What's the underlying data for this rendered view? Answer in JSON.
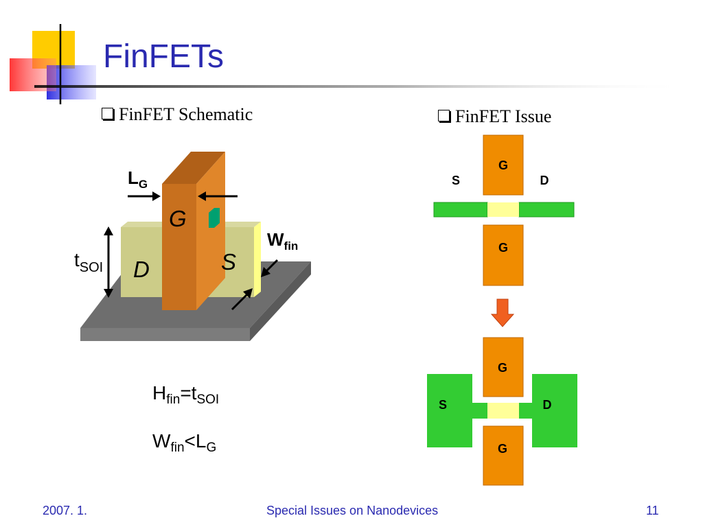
{
  "slide": {
    "title": "FinFETs",
    "left_heading": "FinFET Schematic",
    "right_heading": "FinFET Issue"
  },
  "schematic": {
    "gate_label": "G",
    "drain_label": "D",
    "source_label": "S",
    "lg_main": "L",
    "lg_sub": "G",
    "wfin_main": "W",
    "wfin_sub": "fin",
    "tsoi_main": "t",
    "tsoi_sub": "SOI"
  },
  "equations": {
    "eq1": {
      "a": "H",
      "a_sub": "fin",
      "op": "=t",
      "b_sub": "SOI"
    },
    "eq2": {
      "a": "W",
      "a_sub": "fin",
      "op": "<L",
      "b_sub": "G"
    }
  },
  "issue_top": {
    "gate_top": "G",
    "gate_bottom": "G",
    "source": "S",
    "drain": "D"
  },
  "issue_bottom": {
    "gate_top": "G",
    "gate_bottom": "G",
    "source": "S",
    "drain": "D"
  },
  "footer": {
    "date": "2007. 1.",
    "course": "Special Issues on Nanodevices",
    "page": "11"
  },
  "colors": {
    "title": "#2a2ab0",
    "gate": "#f08c00",
    "fin_green": "#33cc33",
    "channel": "#ffff99",
    "substrate": "#707070",
    "source_drain_3d": "#cccc88"
  }
}
